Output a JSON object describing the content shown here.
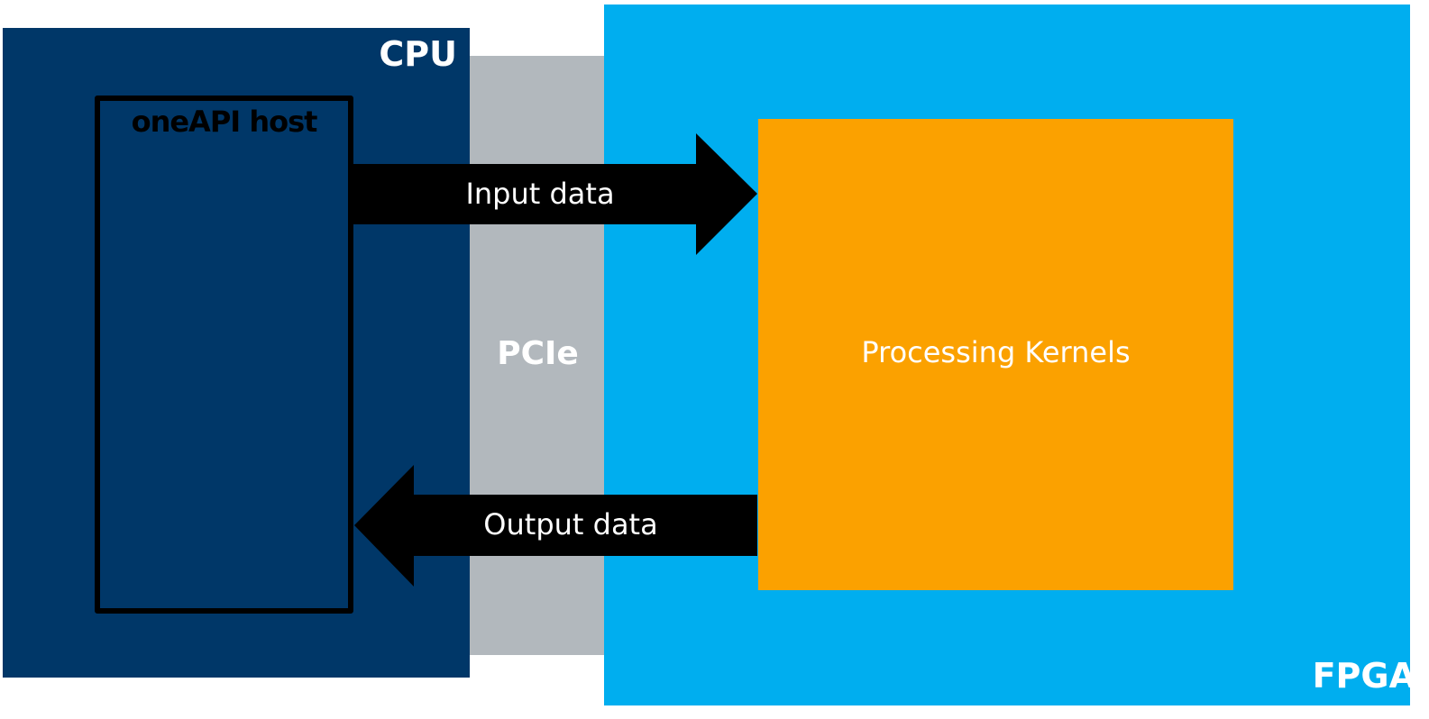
{
  "diagram": {
    "cpu": {
      "label": "CPU",
      "color": "#003768"
    },
    "pcie": {
      "label": "PCIe",
      "color": "#b2b8bd"
    },
    "fpga": {
      "label": "FPGA",
      "color": "#00aeef"
    },
    "host": {
      "label": "oneAPI host"
    },
    "kernels": {
      "label": "Processing Kernels",
      "color": "#fba100"
    },
    "arrows": [
      {
        "label": "Input data",
        "from": "oneAPI host",
        "to": "Processing Kernels",
        "color": "#000000"
      },
      {
        "label": "Output data",
        "from": "Processing Kernels",
        "to": "oneAPI host",
        "color": "#000000"
      }
    ]
  }
}
